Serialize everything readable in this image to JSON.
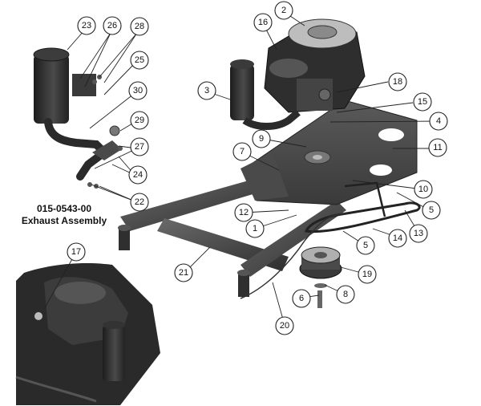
{
  "assembly": {
    "part_number": "015-0543-00",
    "name": "Exhaust Assembly"
  },
  "callouts": [
    {
      "id": "c23",
      "label": "23"
    },
    {
      "id": "c26",
      "label": "26"
    },
    {
      "id": "c28",
      "label": "28"
    },
    {
      "id": "c25",
      "label": "25"
    },
    {
      "id": "c30",
      "label": "30"
    },
    {
      "id": "c29",
      "label": "29"
    },
    {
      "id": "c27",
      "label": "27"
    },
    {
      "id": "c24",
      "label": "24"
    },
    {
      "id": "c22",
      "label": "22"
    },
    {
      "id": "c2",
      "label": "2"
    },
    {
      "id": "c16",
      "label": "16"
    },
    {
      "id": "c3",
      "label": "3"
    },
    {
      "id": "c18",
      "label": "18"
    },
    {
      "id": "c15",
      "label": "15"
    },
    {
      "id": "c4",
      "label": "4"
    },
    {
      "id": "c9",
      "label": "9"
    },
    {
      "id": "c7",
      "label": "7"
    },
    {
      "id": "c11",
      "label": "11"
    },
    {
      "id": "c10",
      "label": "10"
    },
    {
      "id": "c5a",
      "label": "5"
    },
    {
      "id": "c12",
      "label": "12"
    },
    {
      "id": "c1",
      "label": "1"
    },
    {
      "id": "c14",
      "label": "14"
    },
    {
      "id": "c13",
      "label": "13"
    },
    {
      "id": "c5b",
      "label": "5"
    },
    {
      "id": "c21",
      "label": "21"
    },
    {
      "id": "c17",
      "label": "17"
    },
    {
      "id": "c19",
      "label": "19"
    },
    {
      "id": "c6",
      "label": "6"
    },
    {
      "id": "c8",
      "label": "8"
    },
    {
      "id": "c20",
      "label": "20"
    }
  ]
}
